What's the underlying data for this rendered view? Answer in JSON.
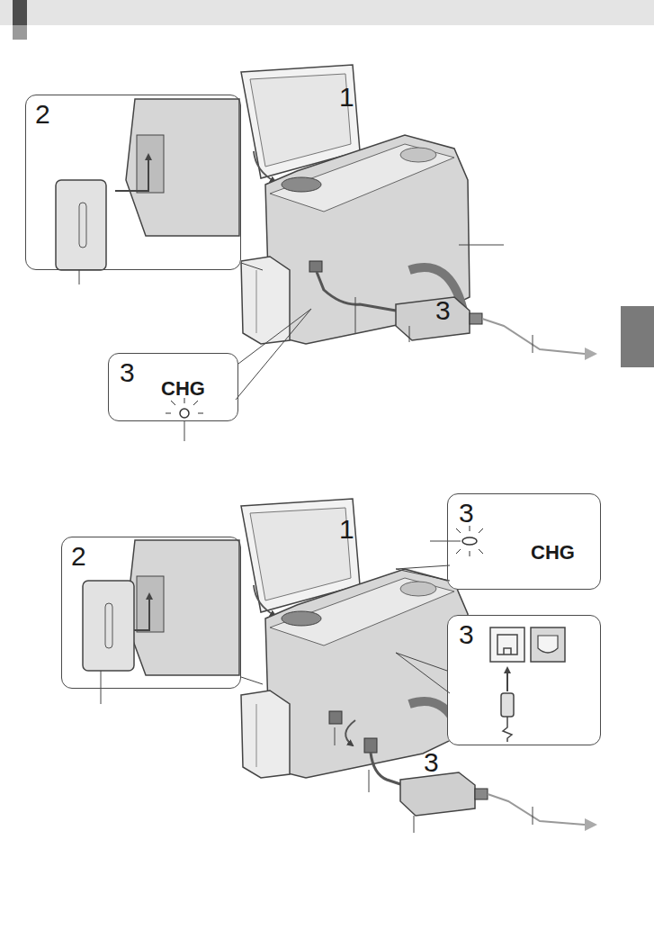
{
  "diagram": {
    "nodes": [
      {
        "text": [
          "2"
        ]
      },
      {
        "text": [
          "3",
          "CHG"
        ]
      },
      {
        "text": [
          "3",
          "CHG"
        ]
      },
      {
        "text": [
          "2"
        ]
      },
      {
        "text": [
          "3"
        ]
      }
    ],
    "labels": [
      "1",
      "3",
      "1",
      "3"
    ]
  }
}
